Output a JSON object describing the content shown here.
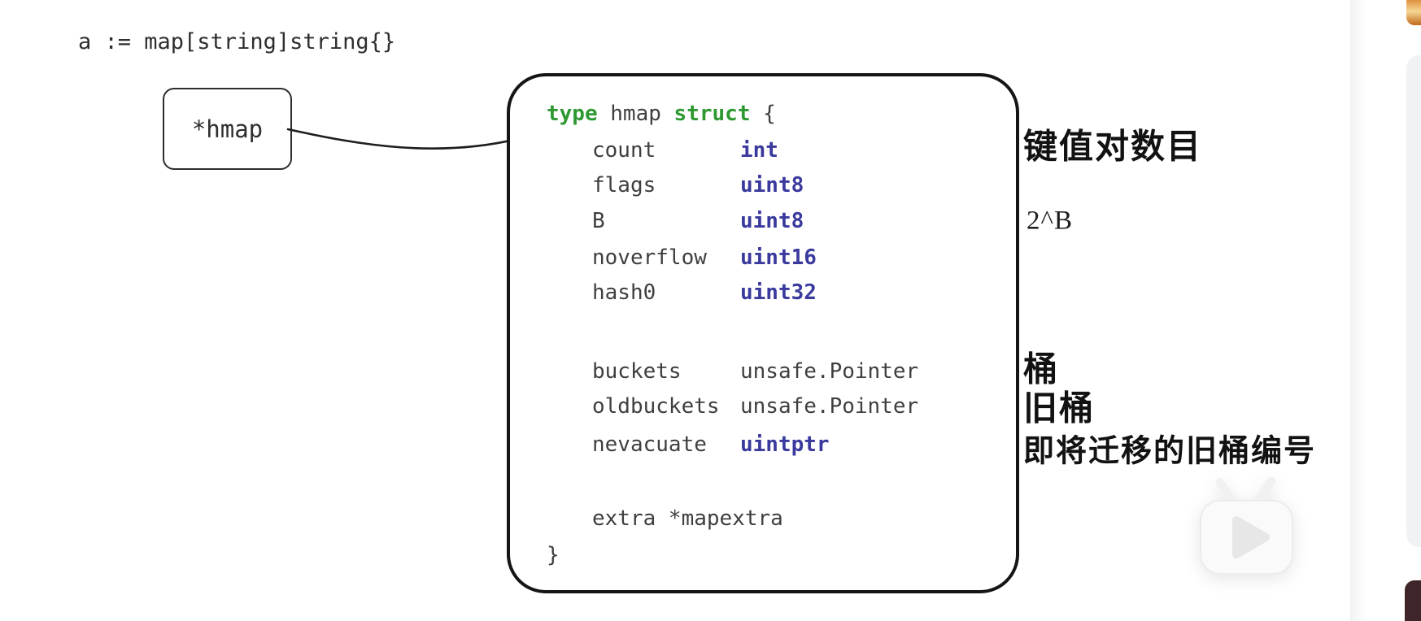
{
  "colors": {
    "background": "#ffffff",
    "ink": "#151515",
    "code_gray": "#3f3f3f",
    "keyword_green": "#2e9930",
    "type_indigo": "#3a3a9e",
    "edge_orange": "#e0913f",
    "edge_gray_panel": "#f1f2f4",
    "edge_maroon_thumb": "#3f2429"
  },
  "declaration": {
    "text": "a := map[string]string{}"
  },
  "pointer_box": {
    "label": "*hmap"
  },
  "struct_box": {
    "header": {
      "keyword_type": "type",
      "type_name": " hmap ",
      "keyword_struct": "struct",
      "open_brace": " {"
    },
    "fields": [
      {
        "name": "count",
        "type": "int"
      },
      {
        "name": "flags",
        "type": "uint8"
      },
      {
        "name": "B",
        "type": "uint8"
      },
      {
        "name": "noverflow",
        "type": "uint16"
      },
      {
        "name": "hash0",
        "type": "uint32"
      },
      {
        "name": "buckets",
        "type": "unsafe.Pointer"
      },
      {
        "name": "oldbuckets",
        "type": "unsafe.Pointer"
      },
      {
        "name": "nevacuate",
        "type": "uintptr"
      }
    ],
    "extra_line": "extra *mapextra",
    "close_brace": "}"
  },
  "annotations": {
    "count_note": "键值对数目",
    "b_note": "2^B",
    "buckets_note": "桶",
    "oldbuckets_note": "旧桶",
    "nevacuate_note": "即将迁移的旧桶编号"
  },
  "player": {
    "icon": "tv-play-icon"
  }
}
